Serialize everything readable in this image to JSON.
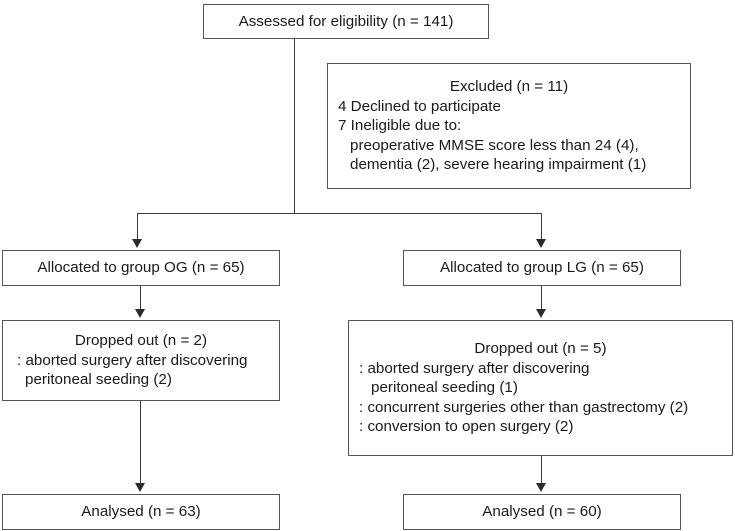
{
  "diagram": {
    "type": "consort-flow-diagram",
    "stroke_color": "#555555",
    "connector_color": "#3a3a3a",
    "background": "#ffffff"
  },
  "nodes": {
    "assessed": {
      "lines": [
        "Assessed for eligibility (n = 141)"
      ]
    },
    "excluded": {
      "heading": "Excluded (n = 11)",
      "lines": [
        "4 Declined to participate",
        "7 Ineligible due to:",
        "preoperative MMSE score less than 24 (4),",
        "dementia (2), severe hearing impairment (1)"
      ]
    },
    "allocated_og": {
      "lines": [
        "Allocated to group OG (n = 65)"
      ]
    },
    "allocated_lg": {
      "lines": [
        "Allocated to group LG (n = 65)"
      ]
    },
    "dropped_og": {
      "heading": "Dropped out (n = 2)",
      "lines": [
        ": aborted surgery after discovering",
        "peritoneal seeding (2)"
      ]
    },
    "dropped_lg": {
      "heading": "Dropped out (n = 5)",
      "lines": [
        ": aborted surgery after discovering",
        "peritoneal seeding (1)",
        ": concurrent surgeries other than gastrectomy (2)",
        ": conversion to open surgery (2)"
      ]
    },
    "analysed_og": {
      "lines": [
        "Analysed (n = 63)"
      ]
    },
    "analysed_lg": {
      "lines": [
        "Analysed (n = 60)"
      ]
    }
  }
}
